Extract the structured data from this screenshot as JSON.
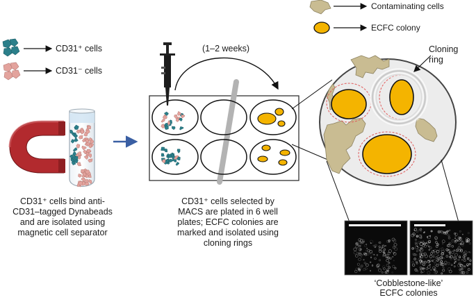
{
  "legend": {
    "contaminating_label": "Contaminating cells",
    "ecfc_label": "ECFC colony"
  },
  "cell_key": {
    "cd31pos_label": "CD31⁺ cells",
    "cd31neg_label": "CD31⁻ cells"
  },
  "timing_label": "(1–2 weeks)",
  "cloning_ring_label": [
    "Cloning",
    "ring"
  ],
  "step1_caption": [
    "CD31⁺ cells bind anti-",
    "CD31–tagged Dynabeads",
    "and are isolated using",
    "magnetic cell separator"
  ],
  "step2_caption": [
    "CD31⁺ cells selected by",
    "MACS are plated in 6 well",
    "plates; ECFC colonies are",
    "marked and isolated using",
    "cloning rings"
  ],
  "micrograph_caption": [
    "‘Cobblestone-like’",
    "ECFC colonies"
  ],
  "colors": {
    "ecfc_fill": "#f4b400",
    "contaminating_fill": "#c9bc92",
    "cd31pos": "#2b7f8a",
    "cd31neg": "#e3a39d",
    "arrow_blue": "#3a5fa3",
    "magnet_red": "#b22a2e",
    "ring_dash": "#e05a5a"
  }
}
